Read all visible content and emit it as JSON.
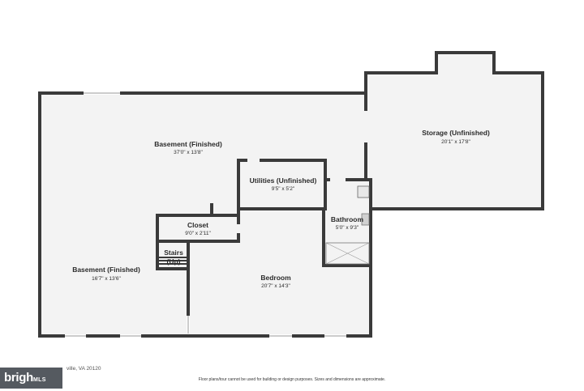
{
  "rooms": {
    "basement_top": {
      "name": "Basement (Finished)",
      "dims": "37'0\" x 13'8\""
    },
    "storage": {
      "name": "Storage (Unfinished)",
      "dims": "20'1\" x 17'8\""
    },
    "utilities": {
      "name": "Utilities (Unfinished)",
      "dims": "9'5\" x 5'2\""
    },
    "closet": {
      "name": "Closet",
      "dims": "9'0\" x 2'11\""
    },
    "bathroom": {
      "name": "Bathroom",
      "dims": "5'0\" x 9'3\""
    },
    "stairs": {
      "name_line1": "Stairs",
      "name_line2": "(Up)"
    },
    "basement_left": {
      "name": "Basement (Finished)",
      "dims": "16'7\" x 13'6\""
    },
    "bedroom": {
      "name": "Bedroom",
      "dims": "20'7\" x 14'3\""
    }
  },
  "footer": {
    "address": "ville, VA 20120",
    "disclaimer": "Floor plans/tour cannot be used for building or design purposes. Sizes and dimensions are approximate."
  },
  "logo": {
    "main": "brigh",
    "sub": "MLS"
  }
}
